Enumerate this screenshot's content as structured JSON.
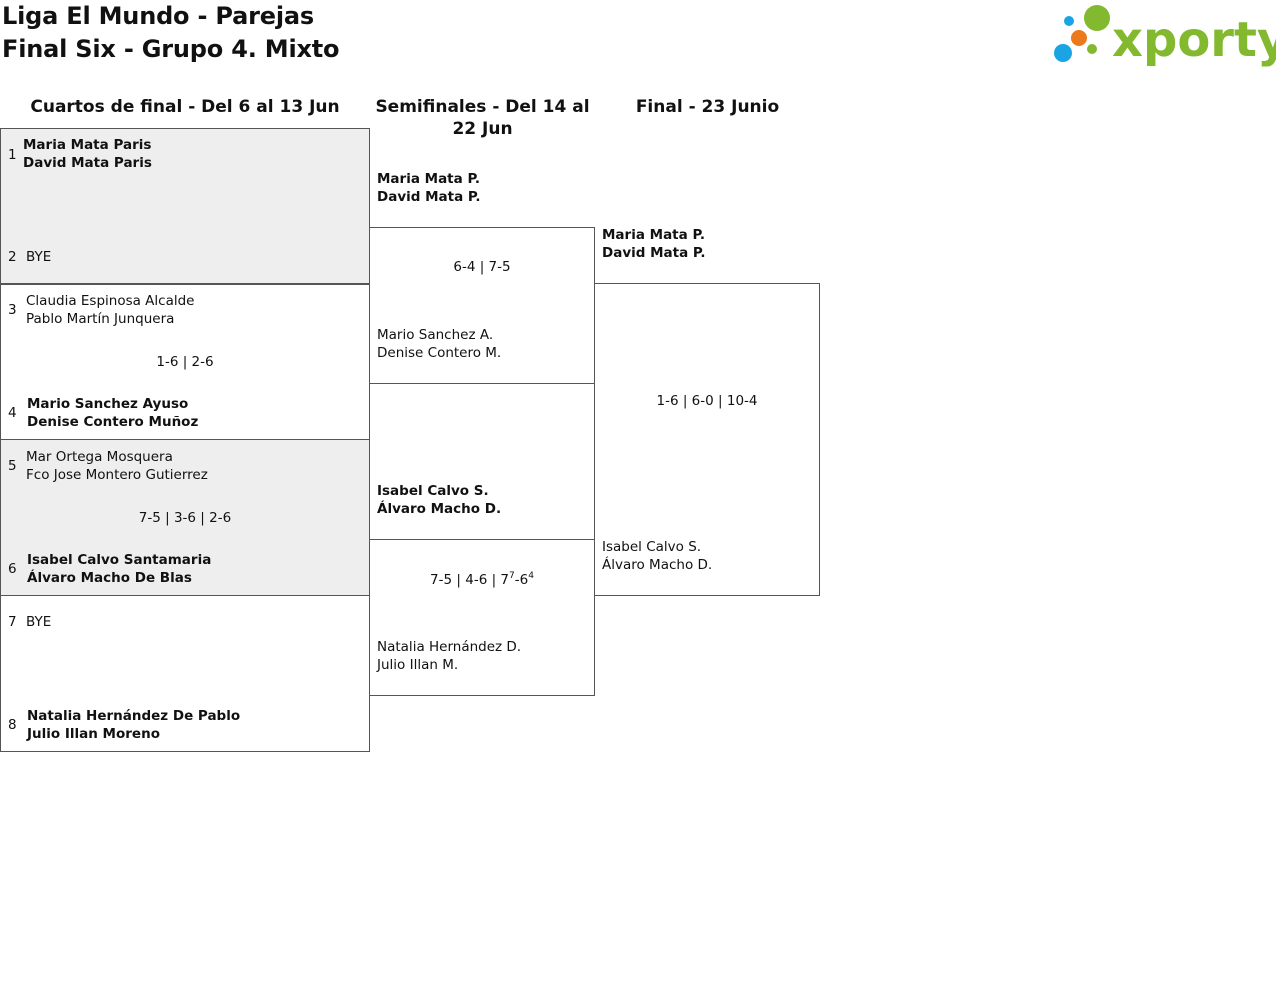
{
  "header": {
    "title_line1": "Liga El Mundo - Parejas",
    "title_line2": "Final Six - Grupo 4. Mixto",
    "logo_text": "xporty",
    "logo_colors": {
      "green": "#82b92e",
      "blue": "#1ba4e4",
      "orange": "#ec7a1c"
    }
  },
  "rounds": {
    "qf_label": "Cuartos de final - Del 6 al 13 Jun",
    "sf_label": "Semifinales - Del 14 al 22 Jun",
    "final_label": "Final - 23 Junio"
  },
  "quarterfinals": [
    {
      "top": {
        "seed": "1",
        "line1": "Maria Mata Paris",
        "line2": "David Mata Paris"
      },
      "bottom": {
        "seed": "2",
        "line1": "BYE",
        "line2": ""
      },
      "score": ""
    },
    {
      "top": {
        "seed": "3",
        "line1": "Claudia Espinosa Alcalde",
        "line2": "Pablo Martín Junquera"
      },
      "bottom": {
        "seed": "4",
        "line1": "Mario Sanchez Ayuso",
        "line2": "Denise Contero Muñoz"
      },
      "score": "1-6 | 2-6"
    },
    {
      "top": {
        "seed": "5",
        "line1": "Mar Ortega Mosquera",
        "line2": "Fco Jose Montero Gutierrez"
      },
      "bottom": {
        "seed": "6",
        "line1": "Isabel Calvo Santamaria",
        "line2": "Álvaro Macho De Blas"
      },
      "score": "7-5 | 3-6 | 2-6"
    },
    {
      "top": {
        "seed": "7",
        "line1": "BYE",
        "line2": ""
      },
      "bottom": {
        "seed": "8",
        "line1": "Natalia Hernández De Pablo",
        "line2": "Julio Illan Moreno"
      },
      "score": ""
    }
  ],
  "semifinals": [
    {
      "top": {
        "line1": "Maria Mata P.",
        "line2": "David Mata P."
      },
      "bottom": {
        "line1": "Mario Sanchez A.",
        "line2": "Denise Contero M."
      },
      "score": "6-4 | 7-5"
    },
    {
      "top": {
        "line1": "Isabel Calvo S.",
        "line2": "Álvaro Macho D."
      },
      "bottom": {
        "line1": "Natalia Hernández D.",
        "line2": "Julio Illan M."
      },
      "score_a": "7-5 | 4-6 | 7",
      "score_sup1": "7",
      "score_b": "-6",
      "score_sup2": "4"
    }
  ],
  "final": {
    "top": {
      "line1": "Maria Mata P.",
      "line2": "David Mata P."
    },
    "bottom": {
      "line1": "Isabel Calvo S.",
      "line2": "Álvaro Macho D."
    },
    "score": "1-6 | 6-0 | 10-4"
  }
}
